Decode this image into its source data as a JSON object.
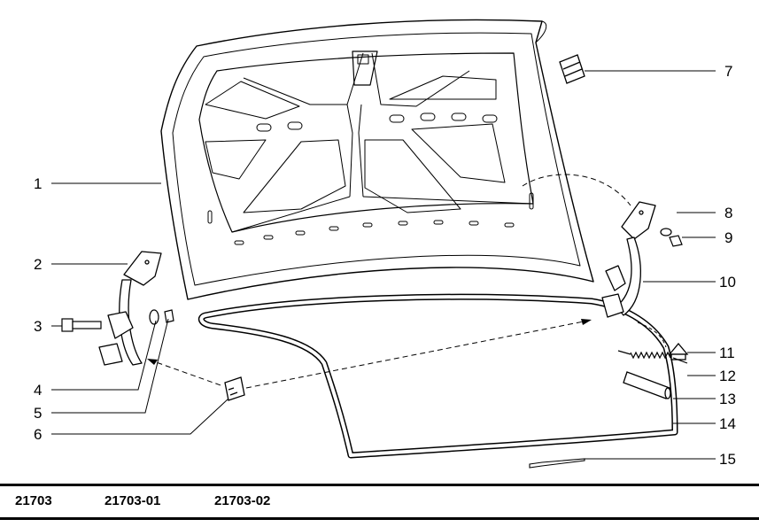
{
  "callouts": [
    {
      "id": "1",
      "label": "1",
      "part": "trunk-lid"
    },
    {
      "id": "2",
      "label": "2",
      "part": "left-hinge"
    },
    {
      "id": "3",
      "label": "3",
      "part": "bolt"
    },
    {
      "id": "4",
      "label": "4",
      "part": "washer"
    },
    {
      "id": "5",
      "label": "5",
      "part": "nut"
    },
    {
      "id": "6",
      "label": "6",
      "part": "buffer"
    },
    {
      "id": "7",
      "label": "7",
      "part": "rubber-bump-stop"
    },
    {
      "id": "8",
      "label": "8",
      "part": "washer"
    },
    {
      "id": "9",
      "label": "9",
      "part": "nut"
    },
    {
      "id": "10",
      "label": "10",
      "part": "right-hinge"
    },
    {
      "id": "11",
      "label": "11",
      "part": "clip"
    },
    {
      "id": "12",
      "label": "12",
      "part": "spring"
    },
    {
      "id": "13",
      "label": "13",
      "part": "sleeve"
    },
    {
      "id": "14",
      "label": "14",
      "part": "weatherstrip-seal"
    },
    {
      "id": "15",
      "label": "15",
      "part": "rod"
    }
  ],
  "footer": {
    "codes": [
      "21703",
      "21703-01",
      "21703-02"
    ]
  }
}
